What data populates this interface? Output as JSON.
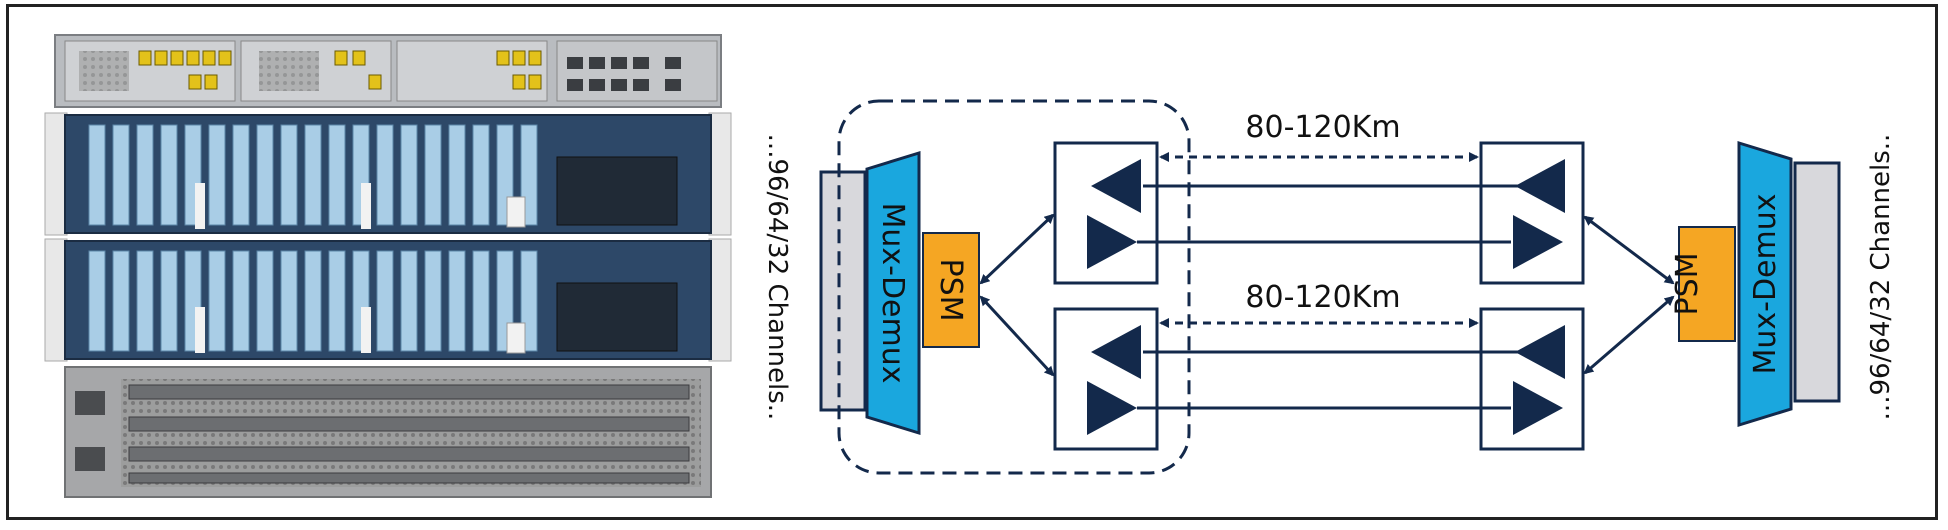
{
  "diagram": {
    "span_top_label": "80-120Km",
    "span_bottom_label": "80-120Km",
    "left_side_label": "...96/64/32 Channels..",
    "right_side_label": "...96/64/32 Channels..",
    "left_mux_label": "Mux-Demux",
    "right_mux_label": "Mux-Demux",
    "left_psm_label": "PSM",
    "right_psm_label": "PSM"
  },
  "colors": {
    "navy": "#13294b",
    "mux_blue": "#1aa7de",
    "psm_orange": "#f5a623",
    "gray": "#d8d8dc"
  }
}
